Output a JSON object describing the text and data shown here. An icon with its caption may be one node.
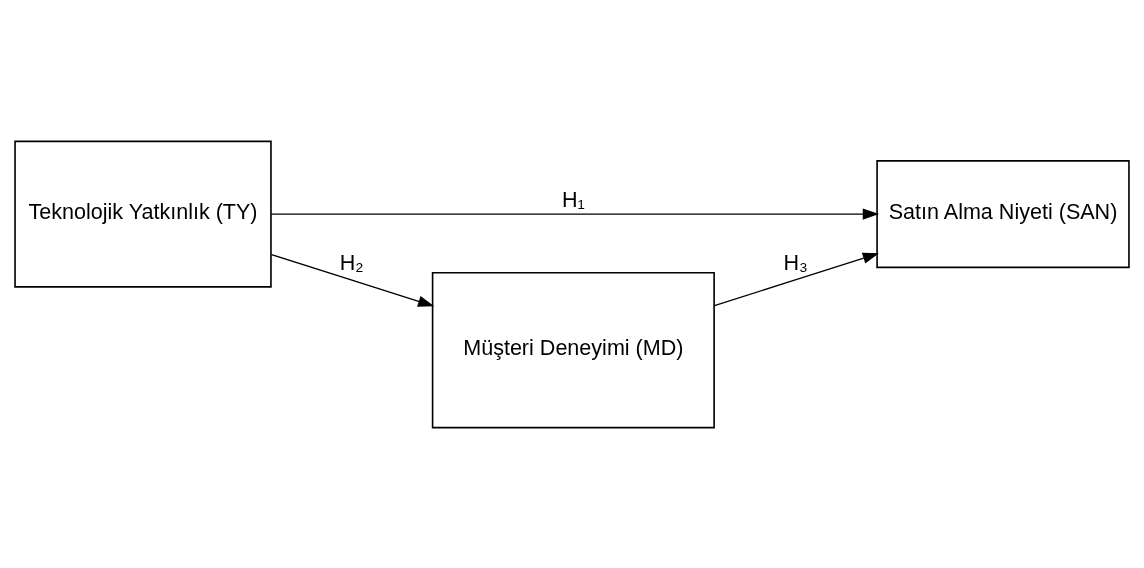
{
  "diagram": {
    "nodes": [
      {
        "text": [
          "Teknolojik Yatkınlık (TY)"
        ]
      },
      {
        "text": [
          "Satın Alma Niyeti (SAN)"
        ]
      },
      {
        "text": [
          "Müşteri Deneyimi (MD)"
        ]
      }
    ],
    "edges": [
      {
        "from": 0,
        "to": 1,
        "arrow": "to",
        "label": "H₁"
      },
      {
        "from": 0,
        "to": 2,
        "arrow": "to",
        "label": "H₂"
      },
      {
        "from": 2,
        "to": 1,
        "arrow": "to",
        "label": "H₃"
      }
    ]
  }
}
